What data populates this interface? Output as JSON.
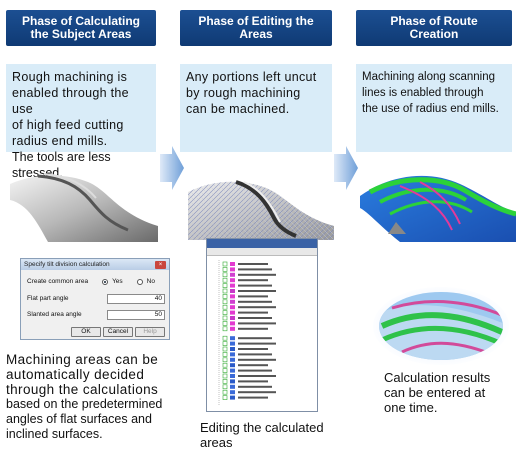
{
  "columns": [
    {
      "header": [
        "Phase of Calculating",
        "the Subject Areas"
      ],
      "text": [
        "Rough machining is",
        "enabled through the use",
        "of high feed cutting",
        "radius end mills.",
        "The tools are less stressed."
      ],
      "caption": [
        "Machining areas can be",
        "automatically decided",
        "through the calculations",
        "based on the predetermined",
        "angles of flat surfaces and",
        "inclined surfaces."
      ]
    },
    {
      "header": [
        "Phase of Editing the",
        "Areas"
      ],
      "text": [
        "Any portions left uncut",
        "by rough machining",
        "can be machined."
      ],
      "caption": [
        "Editing the calculated",
        "areas"
      ]
    },
    {
      "header": [
        "Phase of Route",
        "Creation"
      ],
      "text": [
        "Machining along scanning",
        "lines is enabled through",
        "the use of radius end mills."
      ],
      "caption": [
        "Calculation results",
        "can be entered at",
        "one time."
      ]
    }
  ],
  "dialog": {
    "title": "Specify tilt division calculation",
    "close": "×",
    "create_label": "Create common area",
    "opt_yes": "Yes",
    "opt_no": "No",
    "flat_label": "Flat part angle",
    "flat_value": "40",
    "slanted_label": "Slanted area angle",
    "slanted_value": "50",
    "ok": "OK",
    "cancel": "Cancel",
    "help": "Help"
  },
  "colors": {
    "header_bg": "#16457f",
    "text_box_bg": "#d9ecf8",
    "arrow": "#6f9fd8"
  }
}
